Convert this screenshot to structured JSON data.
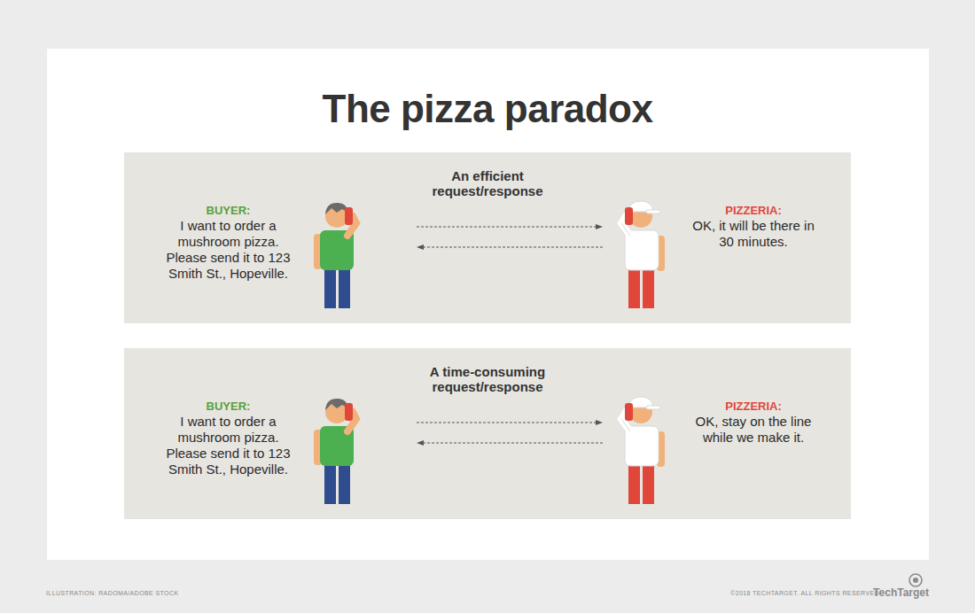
{
  "diagram": {
    "title": "The pizza paradox",
    "nodes": [
      {
        "text": [
          "An efficient request/response"
        ]
      },
      {
        "text": [
          "BUYER:",
          "I want to order a mushroom pizza. Please send it to 123 Smith St., Hopeville."
        ],
        "in": 0
      },
      {
        "text": [
          "PIZZERIA:",
          "OK, it will be there in 30 minutes."
        ],
        "in": 0
      },
      {
        "text": [
          "A time-consuming request/response"
        ]
      },
      {
        "text": [
          "BUYER:",
          "I want to order a mushroom pizza. Please send it to 123 Smith St., Hopeville."
        ],
        "in": 3
      },
      {
        "text": [
          "PIZZERIA:",
          "OK, stay on the line while we make it."
        ],
        "in": 3
      }
    ],
    "edges": [
      {
        "from": 1,
        "to": 2,
        "arrow": "to"
      },
      {
        "from": 2,
        "to": 1,
        "arrow": "to"
      },
      {
        "from": 4,
        "to": 5,
        "arrow": "to"
      },
      {
        "from": 5,
        "to": 4,
        "arrow": "to"
      }
    ],
    "labels": [
      "ILLUSTRATION: RADOMA/ADOBE STOCK",
      "©2018 TECHTARGET. ALL RIGHTS RESERVED",
      "TechTarget"
    ]
  }
}
